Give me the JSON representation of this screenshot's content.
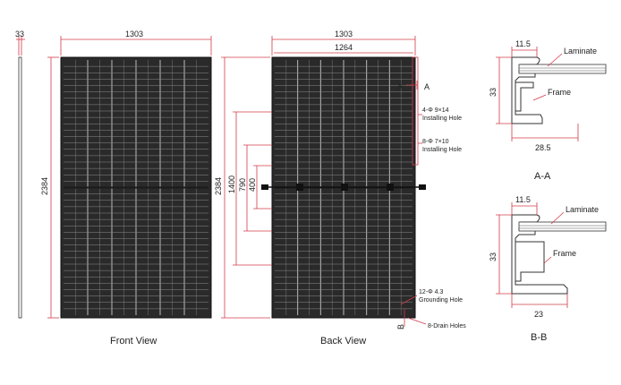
{
  "front_view": {
    "caption": "Front View",
    "width_dim": "1303",
    "height_dim": "2384",
    "thickness_dim": "33"
  },
  "back_view": {
    "caption": "Back View",
    "width_dim": "1303",
    "inner_width_dim": "1264",
    "height_dim": "2384",
    "dim_1400": "1400",
    "dim_790": "790",
    "dim_400": "400",
    "section_a_mark": "A",
    "section_b_mark": "B",
    "installing_hole_spec": "4-Φ 9×14",
    "installing_hole_label": "Installing Hole",
    "installing_hole2_spec": "8-Φ 7×10",
    "installing_hole2_label": "Installing Hole",
    "grounding_hole_spec": "12-Φ 4.3",
    "grounding_hole_label": "Grounding Hole",
    "drain_label": "8-Drain Holes"
  },
  "section_aa": {
    "caption": "A-A",
    "top_dim": "11.5",
    "height_dim": "33",
    "bottom_dim": "28.5",
    "laminate_label": "Laminate",
    "frame_label": "Frame"
  },
  "section_bb": {
    "caption": "B-B",
    "top_dim": "11.5",
    "height_dim": "33",
    "bottom_dim": "23",
    "laminate_label": "Laminate",
    "frame_label": "Frame"
  },
  "colors": {
    "dimension_line": "#d23b4a",
    "panel_fill": "#2a2a2a",
    "cell_line": "#8a8a8a"
  }
}
